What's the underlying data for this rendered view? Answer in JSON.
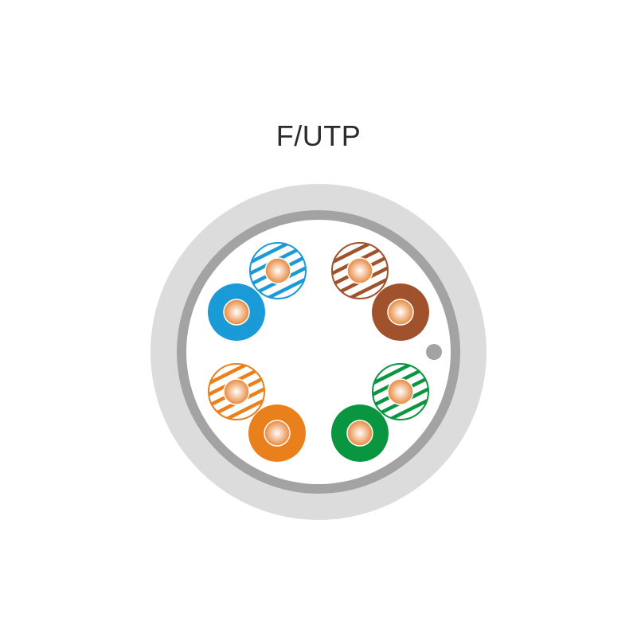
{
  "title": "F/UTP",
  "colors": {
    "jacket": "#dcdcdc",
    "foil": "#a3a3a3",
    "interior": "#ffffff",
    "drain_wire": "#a3a3a3",
    "copper": "#e8873a",
    "copper_highlight": "#ffffff"
  },
  "pairs": [
    {
      "name": "blue",
      "color": "#1a9ad7"
    },
    {
      "name": "brown",
      "color": "#a0522d"
    },
    {
      "name": "orange",
      "color": "#ea801c"
    },
    {
      "name": "green",
      "color": "#0a9640"
    }
  ]
}
